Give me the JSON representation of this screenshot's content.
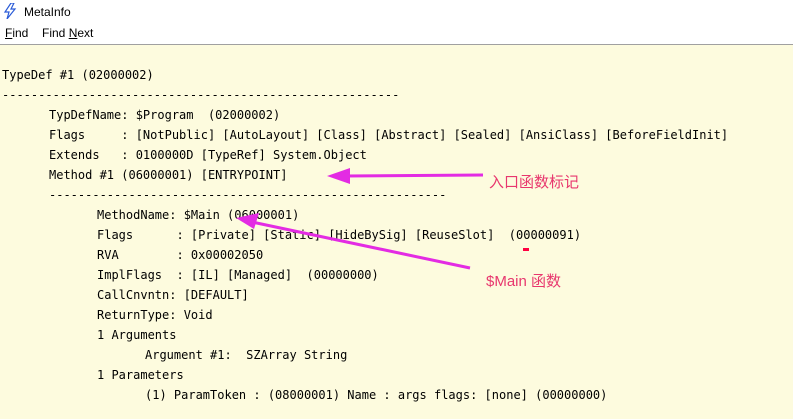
{
  "window": {
    "title": "MetaInfo",
    "icon": "lightning-bolt-icon"
  },
  "menu": {
    "find_prefix": "F",
    "find_rest": "ind",
    "findnext_pre": "Find ",
    "findnext_u": "N",
    "findnext_rest": "ext"
  },
  "content": {
    "lines": [
      "TypeDef #1 (02000002)",
      "-------------------------------------------------------",
      "TypDefName: $Program  (02000002)",
      "Flags     : [NotPublic] [AutoLayout] [Class] [Abstract] [Sealed] [AnsiClass] [BeforeFieldInit]",
      "Extends   : 0100000D [TypeRef] System.Object",
      "Method #1 (06000001) [ENTRYPOINT]",
      "-------------------------------------------------------",
      "MethodName: $Main (06000001)",
      "Flags      : [Private] [Static] [HideBySig] [ReuseSlot]  (00000091)",
      "RVA        : 0x00002050",
      "ImplFlags  : [IL] [Managed]  (00000000)",
      "CallCnvntn: [DEFAULT]",
      "ReturnType: Void",
      "1 Arguments",
      "Argument #1:  SZArray String",
      "1 Parameters",
      "(1) ParamToken : (08000001) Name : args flags: [none] (00000000)"
    ]
  },
  "annotations": {
    "entry_label": "入口函数标记",
    "main_label": "$Main 函数",
    "color": "#e8376e"
  }
}
